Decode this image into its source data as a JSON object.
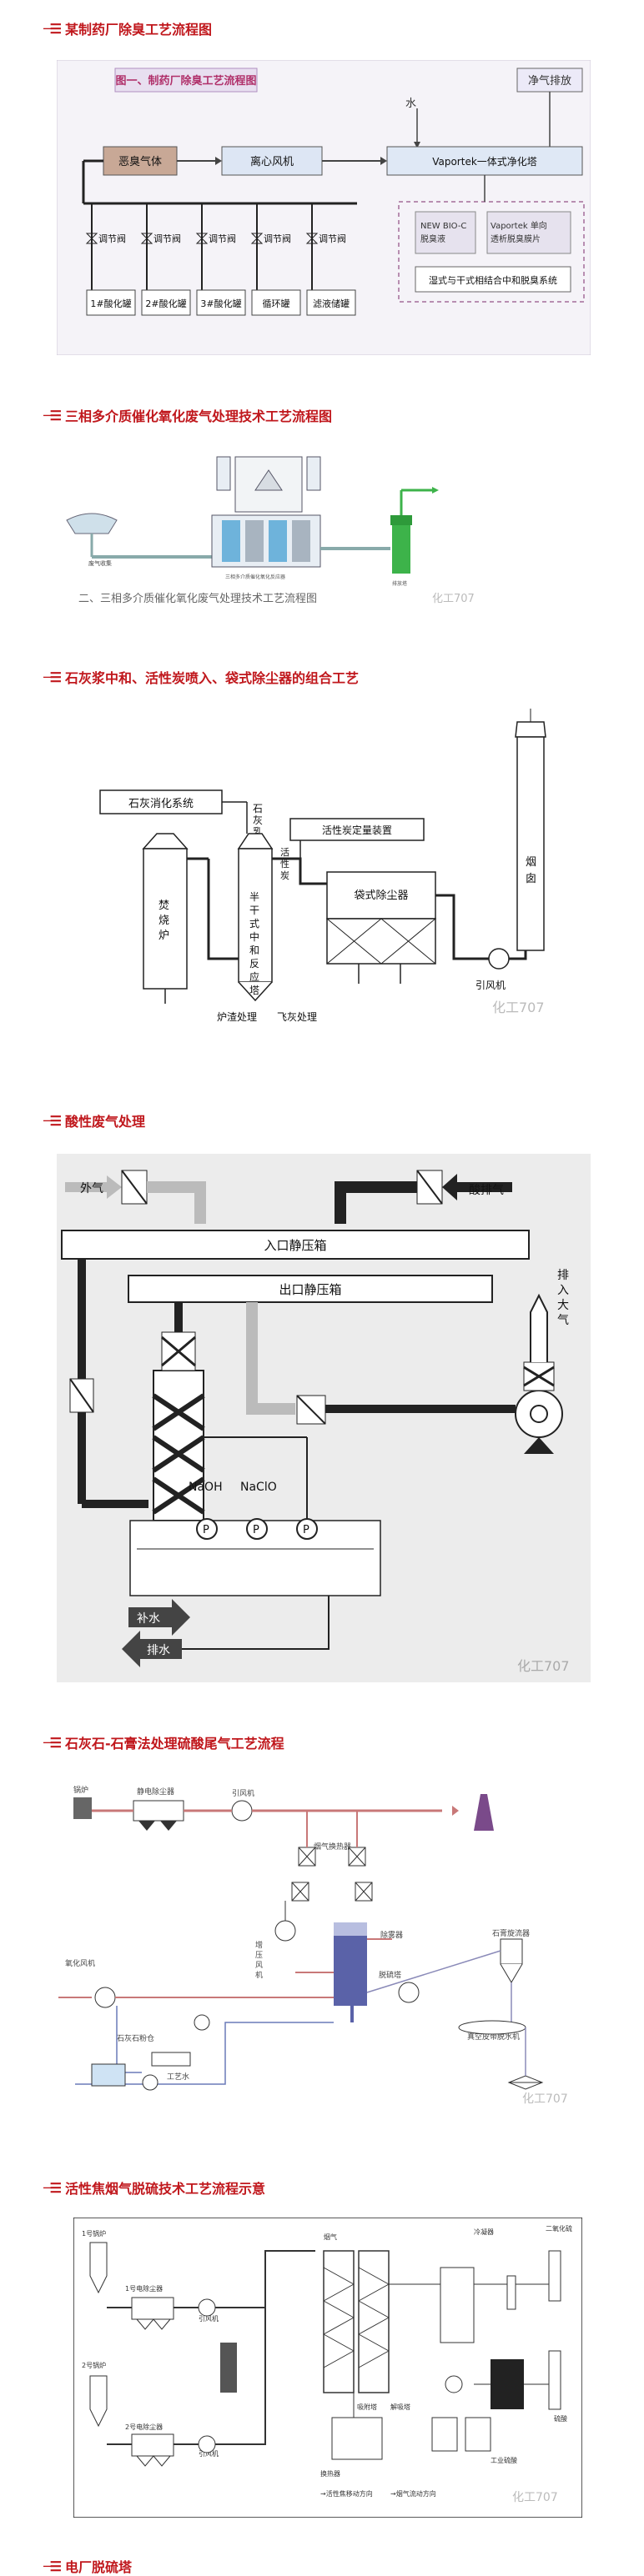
{
  "sections": [
    {
      "title": "某制药厂除臭工艺流程图",
      "diagram": {
        "header": "图一、制药厂除臭工艺流程图",
        "nodes": {
          "exhaust_out": "净气排放",
          "water": "水",
          "odor_gas": "恶臭气体",
          "fan": "离心风机",
          "tower": "Vaportek一体式净化塔",
          "new_bio": "NEW BIO-C\n脱臭液",
          "vaportek_film": "Vaportek 单向\n透析脱臭膜片",
          "wet_dry": "湿式与干式相结合中和脱臭系统",
          "valve_label": "调节阀",
          "tanks": [
            "1#酸化罐",
            "2#酸化罐",
            "3#酸化罐",
            "循环罐",
            "滤液储罐"
          ]
        }
      }
    },
    {
      "title": "三相多介质催化氧化废气处理技术工艺流程图",
      "diagram": {
        "caption": "二、三相多介质催化氧化废气处理技术工艺流程图",
        "labels": [
          "废气收集",
          "三相多介质催化氧化反应器",
          "排放塔"
        ],
        "watermark": "化工707"
      }
    },
    {
      "title": "石灰浆中和、活性炭喷入、袋式除尘器的组合工艺",
      "diagram": {
        "lime_system": "石灰消化系统",
        "lime_slurry": "石灰乳",
        "carbon_device": "活性炭定量装置",
        "carbon": "活性炭",
        "incinerator": "焚烧炉",
        "reactor": "半干式中和反应塔",
        "bag_filter": "袋式除尘器",
        "chimney": "烟囱",
        "induced_fan": "引风机",
        "slag": "炉渣处理",
        "fly_ash": "飞灰处理",
        "watermark": "化工707"
      }
    },
    {
      "title": "酸性废气处理",
      "diagram": {
        "outside_air": "外气",
        "acid_gas": "酸排气",
        "inlet_box": "入口静压箱",
        "outlet_box": "出口静压箱",
        "exhaust": "排入大气",
        "naoh": "NaOH",
        "naclo": "NaClO",
        "pump": "P",
        "makeup": "补水",
        "drain": "排水",
        "watermark": "化工707"
      }
    },
    {
      "title": "石灰石-石膏法处理硫酸尾气工艺流程",
      "diagram": {
        "labels": [
          "锅炉",
          "静电除尘器",
          "引风机",
          "烟气换热器",
          "增压风机",
          "除雾器",
          "脱硫塔",
          "石膏旋流器",
          "真空皮带脱水机",
          "氧化风机",
          "石灰石粉仓",
          "工艺水"
        ],
        "watermark": "化工707"
      }
    },
    {
      "title": "活性焦烟气脱硫技术工艺流程示意",
      "diagram": {
        "labels": [
          "1号锅炉",
          "2号锅炉",
          "1号电除尘器",
          "2号电除尘器",
          "引风机",
          "吸附塔",
          "解吸塔",
          "换热器",
          "冷凝器",
          "二氧化硫",
          "硫酸",
          "工业硫酸",
          "活性焦移动方向",
          "烟气流动方向"
        ],
        "legend": [
          "→活性焦移动方向",
          "→烟气流动方向"
        ],
        "watermark": "化工707"
      }
    },
    {
      "title": "电厂脱硫塔"
    }
  ]
}
